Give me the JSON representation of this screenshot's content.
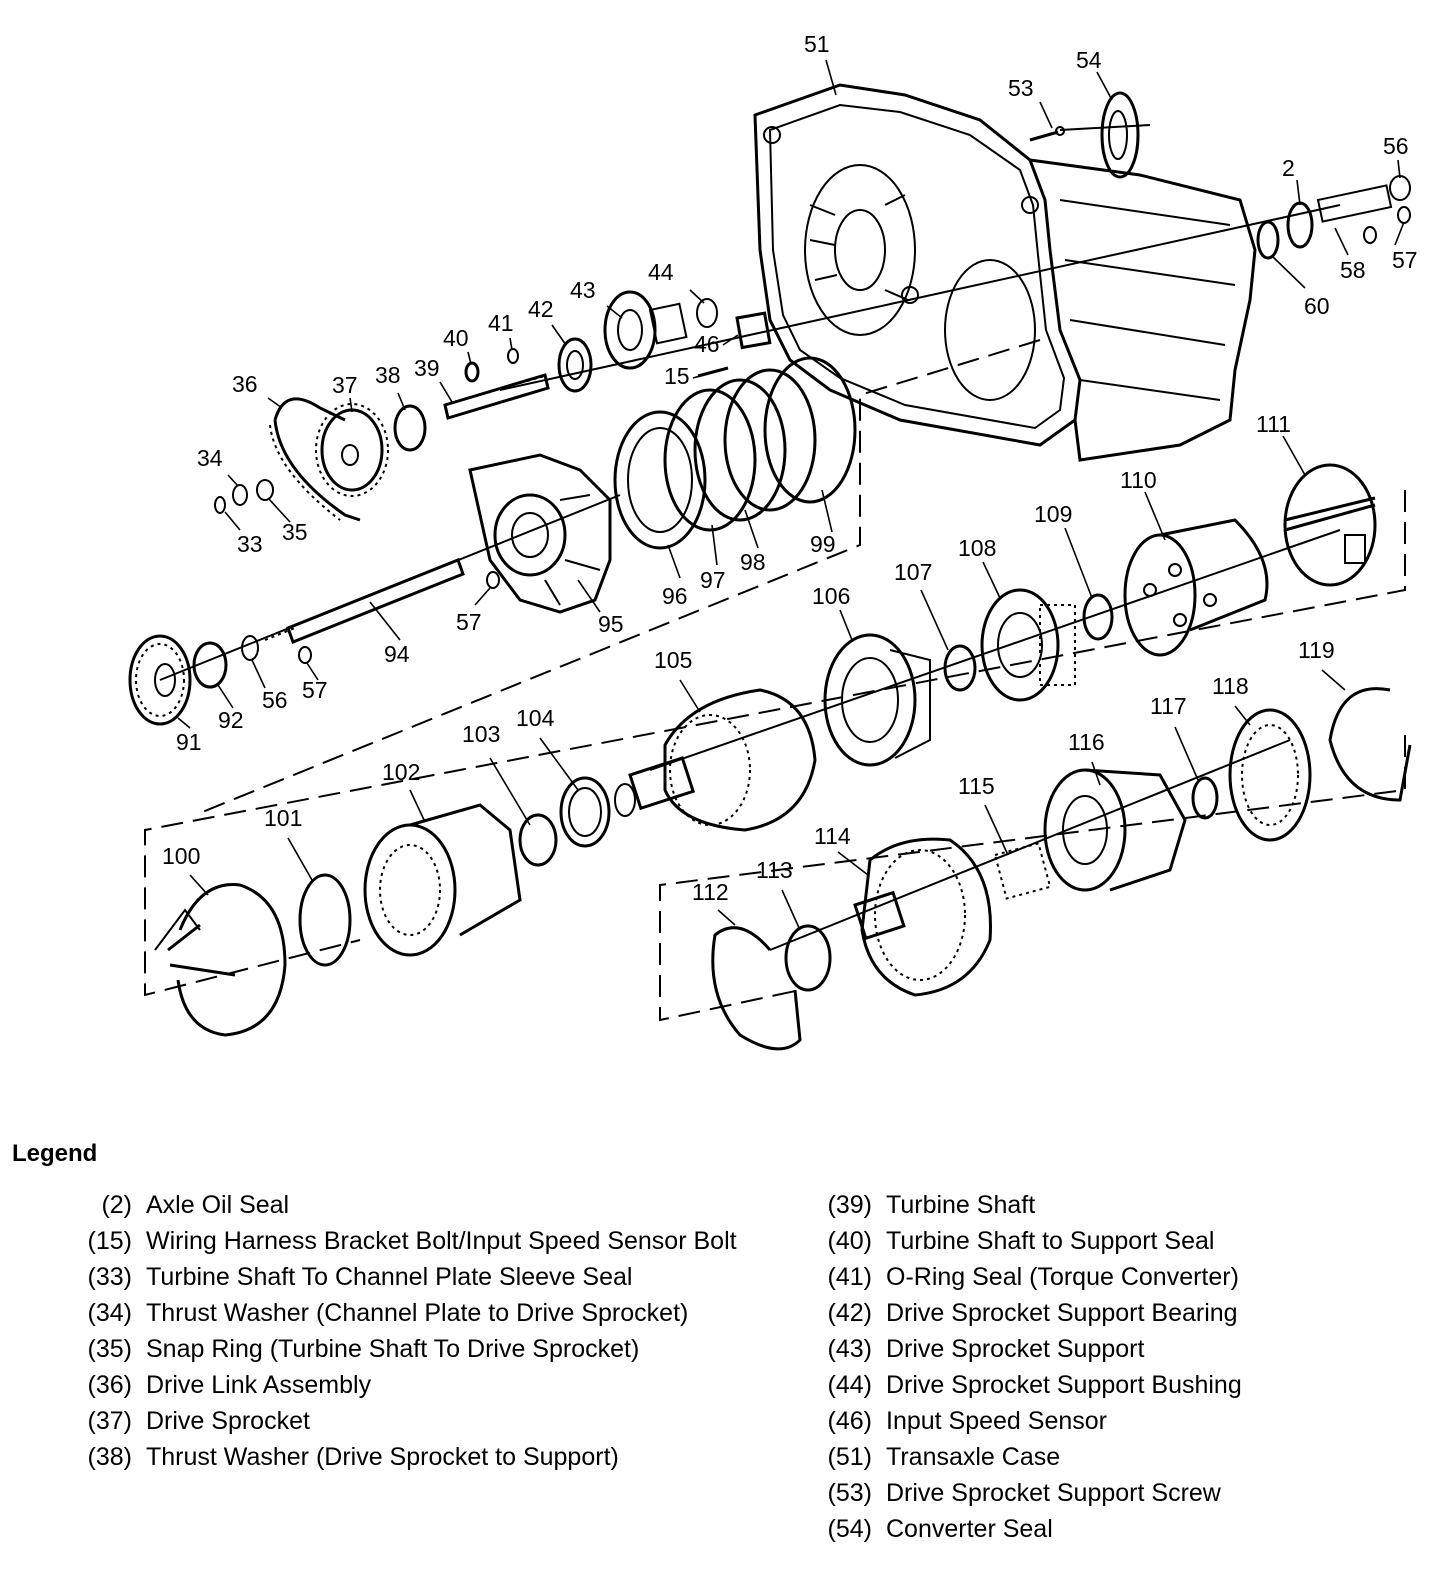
{
  "callouts": {
    "c51": "51",
    "c54": "54",
    "c53": "53",
    "c56a": "56",
    "c2": "2",
    "c57a": "57",
    "c58": "58",
    "c60": "60",
    "c44": "44",
    "c43": "43",
    "c42": "42",
    "c41": "41",
    "c40": "40",
    "c39": "39",
    "c38": "38",
    "c37": "37",
    "c36": "36",
    "c34": "34",
    "c33": "33",
    "c35": "35",
    "c46": "46",
    "c15": "15",
    "c111": "111",
    "c110": "110",
    "c109": "109",
    "c108": "108",
    "c107": "107",
    "c106": "106",
    "c99": "99",
    "c98": "98",
    "c97": "97",
    "c96": "96",
    "c95": "95",
    "c57b": "57",
    "c94": "94",
    "c57c": "57",
    "c56b": "56",
    "c92": "92",
    "c91": "91",
    "c105": "105",
    "c104": "104",
    "c103": "103",
    "c102": "102",
    "c101": "101",
    "c100": "100",
    "c119": "119",
    "c118": "118",
    "c117": "117",
    "c116": "116",
    "c115": "115",
    "c114": "114",
    "c113": "113",
    "c112": "112"
  },
  "legend": {
    "title": "Legend",
    "left": [
      {
        "num": "(2)",
        "text": "Axle Oil Seal"
      },
      {
        "num": "(15)",
        "text": "Wiring Harness Bracket Bolt/Input Speed Sensor Bolt"
      },
      {
        "num": "(33)",
        "text": "Turbine Shaft To Channel Plate Sleeve Seal"
      },
      {
        "num": "(34)",
        "text": "Thrust Washer (Channel Plate to Drive Sprocket)"
      },
      {
        "num": "(35)",
        "text": "Snap Ring (Turbine Shaft To Drive Sprocket)"
      },
      {
        "num": "(36)",
        "text": "Drive Link Assembly"
      },
      {
        "num": "(37)",
        "text": "Drive Sprocket"
      },
      {
        "num": "(38)",
        "text": "Thrust Washer (Drive Sprocket to Support)"
      }
    ],
    "right": [
      {
        "num": "(39)",
        "text": "Turbine Shaft"
      },
      {
        "num": "(40)",
        "text": "Turbine Shaft to Support Seal"
      },
      {
        "num": "(41)",
        "text": "O-Ring Seal (Torque Converter)"
      },
      {
        "num": "(42)",
        "text": "Drive Sprocket Support Bearing"
      },
      {
        "num": "(43)",
        "text": "Drive Sprocket Support"
      },
      {
        "num": "(44)",
        "text": "Drive Sprocket Support Bushing"
      },
      {
        "num": "(46)",
        "text": "Input Speed Sensor"
      },
      {
        "num": "(51)",
        "text": "Transaxle Case"
      },
      {
        "num": "(53)",
        "text": "Drive Sprocket Support Screw"
      },
      {
        "num": "(54)",
        "text": "Converter Seal"
      }
    ]
  }
}
